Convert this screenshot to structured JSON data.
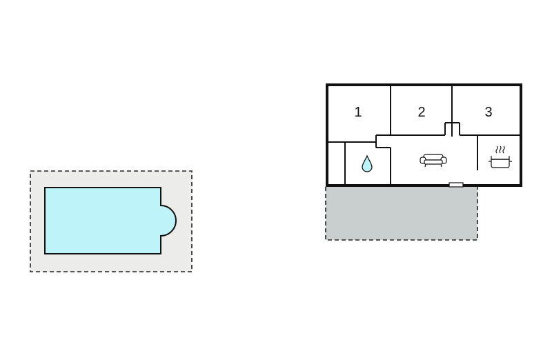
{
  "floorplan": {
    "rooms": [
      {
        "label": "1"
      },
      {
        "label": "2"
      },
      {
        "label": "3"
      }
    ],
    "icons": {
      "bathroom": "water-drop-icon",
      "living": "sofa-icon",
      "kitchen": "cooking-pot-icon"
    },
    "colors": {
      "pool_water": "#bff3fa",
      "pool_deck": "#ececea",
      "terrace": "#c9cfcf",
      "walls": "#111111",
      "outline_dashed": "#222222"
    }
  }
}
